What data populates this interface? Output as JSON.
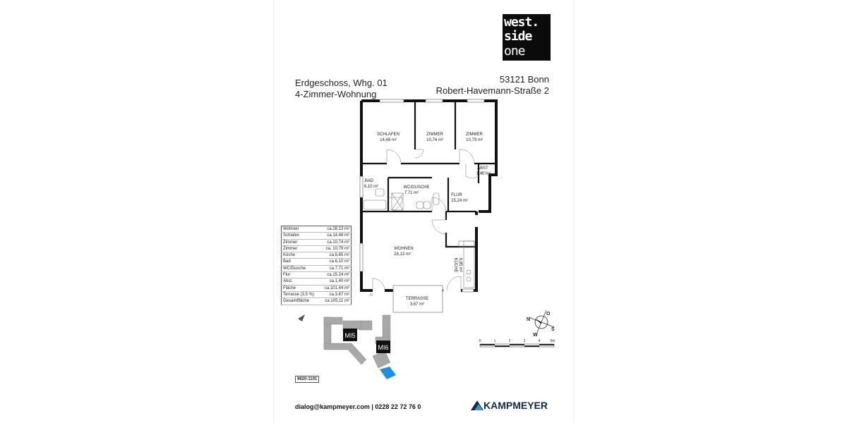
{
  "logo": {
    "line1": "west.",
    "line2": "side",
    "line3": "one"
  },
  "header": {
    "floor_unit": "Erdgeschoss, Whg. 01",
    "apartment_type": "4-Zimmer-Wohnung",
    "city": "53121 Bonn",
    "street": "Robert-Havemann-Straße 2"
  },
  "rooms": {
    "schlafen": {
      "name": "SCHLAFEN",
      "area": "14,48 m²"
    },
    "zimmer1": {
      "name": "ZIMMER",
      "area": "10,74 m²"
    },
    "zimmer2": {
      "name": "ZIMMER",
      "area": "10,79 m²"
    },
    "abst": {
      "name": "ABST",
      "area": "1,40 m²"
    },
    "bad": {
      "name": "BAD",
      "area": "6,10 m²"
    },
    "wc": {
      "name": "WC/DUSCHE",
      "area": "7,71 m²"
    },
    "flur": {
      "name": "FLUR",
      "area": "15,24 m²"
    },
    "wohnen": {
      "name": "WOHNEN",
      "area": "28,13 m²"
    },
    "kueche": {
      "name": "KÜCHE",
      "area": "6,85 m²"
    },
    "terrasse": {
      "name": "TERRASSE",
      "area": "3,67 m²"
    }
  },
  "area_table": [
    {
      "label": "Wohnen",
      "value": "ca.28,13 m²"
    },
    {
      "label": "Schlafen",
      "value": "ca.14,48 m²"
    },
    {
      "label": "Zimmer",
      "value": "ca.10,74 m²"
    },
    {
      "label": "Zimmer",
      "value": "ca. 10,79 m²"
    },
    {
      "label": "Küche",
      "value": "ca.6,85 m²"
    },
    {
      "label": "Bad",
      "value": "ca.6,10 m²"
    },
    {
      "label": "WC/Dusche",
      "value": "ca.7,71 m²"
    },
    {
      "label": "Flur",
      "value": "ca.15,24 m²"
    },
    {
      "label": "Abst.",
      "value": "ca.1,40 m²"
    },
    {
      "label": "Fläche",
      "value": "ca.101,44 m²"
    },
    {
      "label": "Terrasse (3,5 %)",
      "value": "ca.3,67 m²"
    },
    {
      "label": "Gesamtfläche",
      "value": "ca.105,11 m²"
    }
  ],
  "compass": {
    "n": "N",
    "o": "O",
    "s": "S",
    "w": "W"
  },
  "scale": {
    "ticks": [
      "0",
      "1",
      "2",
      "3",
      "4",
      "5m"
    ]
  },
  "site_plan": {
    "building1": "MI5",
    "building2": "MI6",
    "highlight_color": "#1e90e0"
  },
  "plan_code": "9620-1101",
  "footer": {
    "contact": "dialog@kampmeyer.com  |  0228 22 72 76 0",
    "brand": "KAMPMEYER",
    "brand_color": "#0e2a45"
  }
}
